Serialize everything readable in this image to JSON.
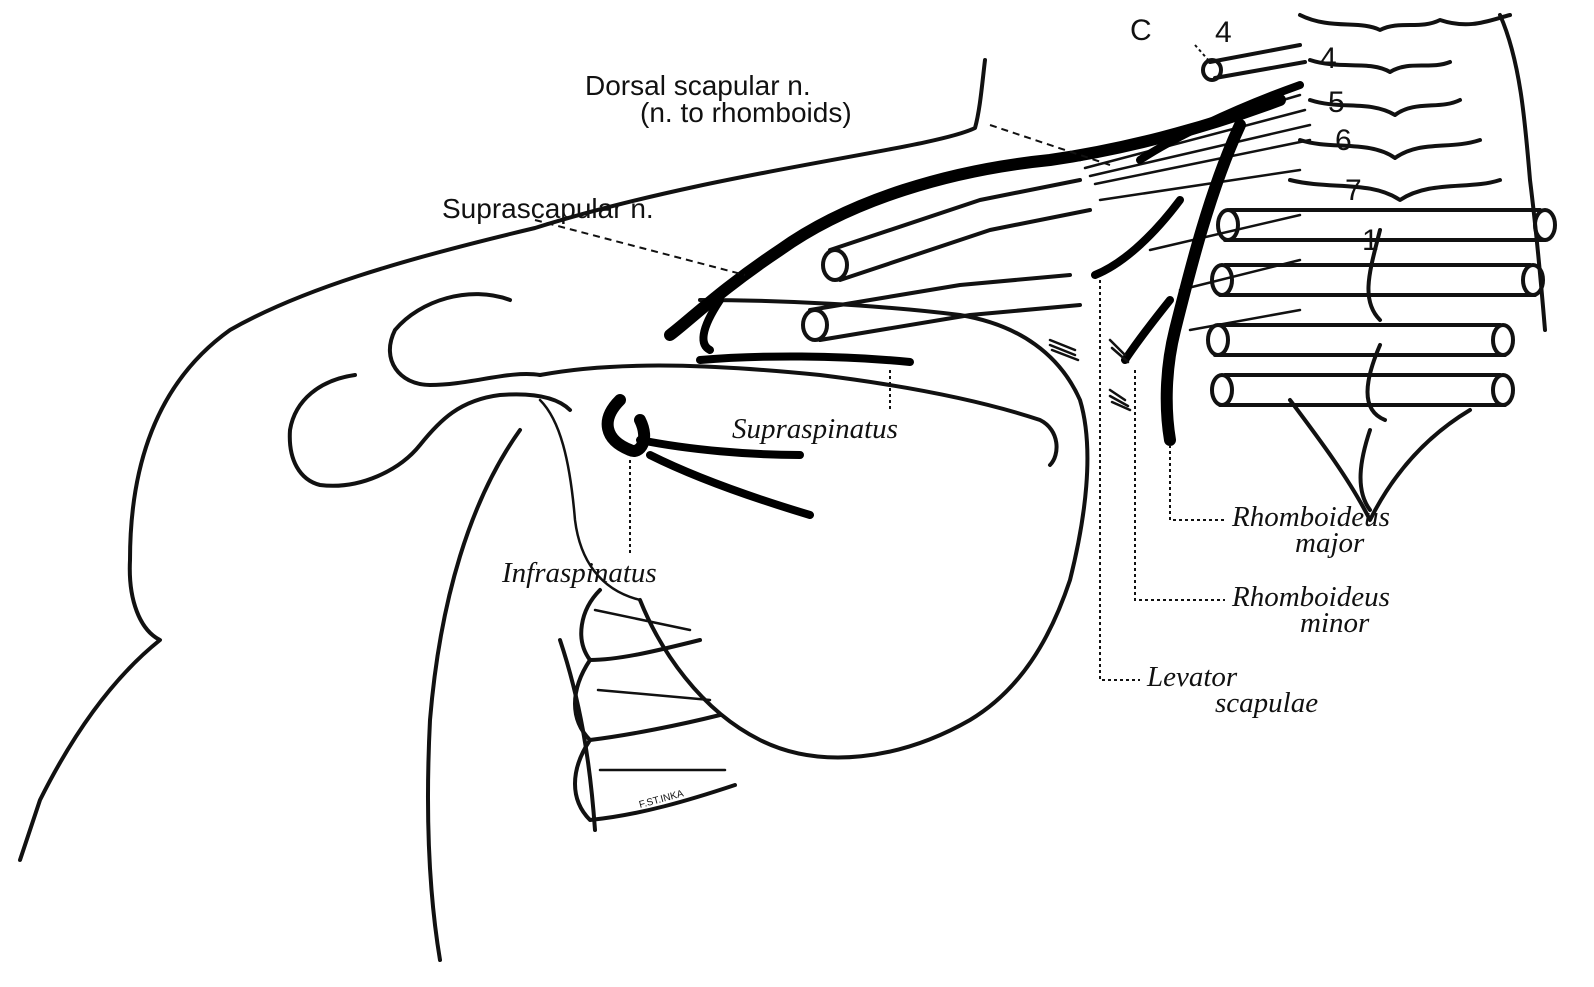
{
  "labels": {
    "cervical_prefix": "C",
    "vertebra_c4": "4",
    "vertebra_4": "4",
    "vertebra_5": "5",
    "vertebra_6": "6",
    "vertebra_7": "7",
    "vertebra_t1": "1",
    "dorsal_scapular_line1": "Dorsal scapular n.",
    "dorsal_scapular_line2": "(n. to rhomboids)",
    "suprascapular": "Suprascapular n.",
    "supraspinatus": "Supraspinatus",
    "infraspinatus": "Infraspinatus",
    "rhomboideus_major_line1": "Rhomboideus",
    "rhomboideus_major_line2": "major",
    "rhomboideus_minor_line1": "Rhomboideus",
    "rhomboideus_minor_line2": "minor",
    "levator_line1": "Levator",
    "levator_line2": "scapulae",
    "artist_signature": "F.ST.INKA"
  },
  "colors": {
    "ink": "#111111",
    "background": "#ffffff"
  }
}
